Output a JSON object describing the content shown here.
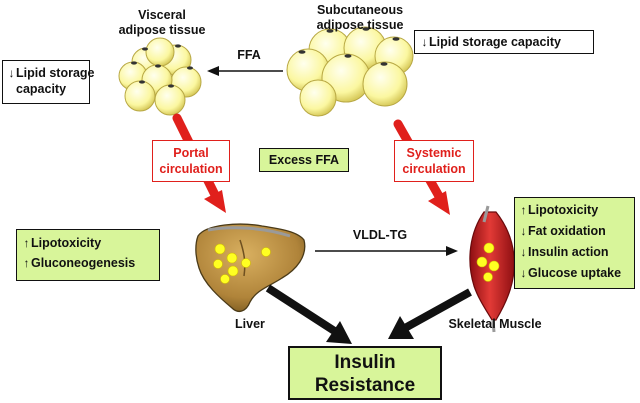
{
  "labels": {
    "visceral": "Visceral\nadipose tissue",
    "subcutaneous": "Subcutaneous\nadipose tissue",
    "ffa": "FFA",
    "vldl": "VLDL-TG",
    "liver": "Liver",
    "skeletal_muscle": "Skeletal Muscle"
  },
  "boxes": {
    "lipid_left": [
      {
        "arrow": "↓",
        "text": "Lipid storage"
      },
      {
        "arrow": "",
        "text": "capacity"
      }
    ],
    "lipid_right": [
      {
        "arrow": "↓",
        "text": "Lipid storage capacity"
      }
    ],
    "portal": "Portal\ncirculation",
    "systemic": "Systemic\ncirculation",
    "excess_ffa": "Excess FFA",
    "liver_effects": [
      {
        "arrow": "↑",
        "text": "Lipotoxicity"
      },
      {
        "arrow": "↑",
        "text": "Gluconeogenesis"
      }
    ],
    "muscle_effects": [
      {
        "arrow": "↑",
        "text": "Lipotoxicity"
      },
      {
        "arrow": "↓",
        "text": "Fat oxidation"
      },
      {
        "arrow": "↓",
        "text": "Insulin action"
      },
      {
        "arrow": "↓",
        "text": "Glucose uptake"
      }
    ],
    "outcome": "Insulin\nResistance"
  },
  "colors": {
    "green_fill": "#d8f59a",
    "red": "#e0201c",
    "fat_cell": "#fbf8a8",
    "fat_cell_edge": "#c9b84a",
    "liver": "#b58a3a",
    "muscle": "#c41a1f",
    "lipid_droplet": "#ffff22"
  }
}
